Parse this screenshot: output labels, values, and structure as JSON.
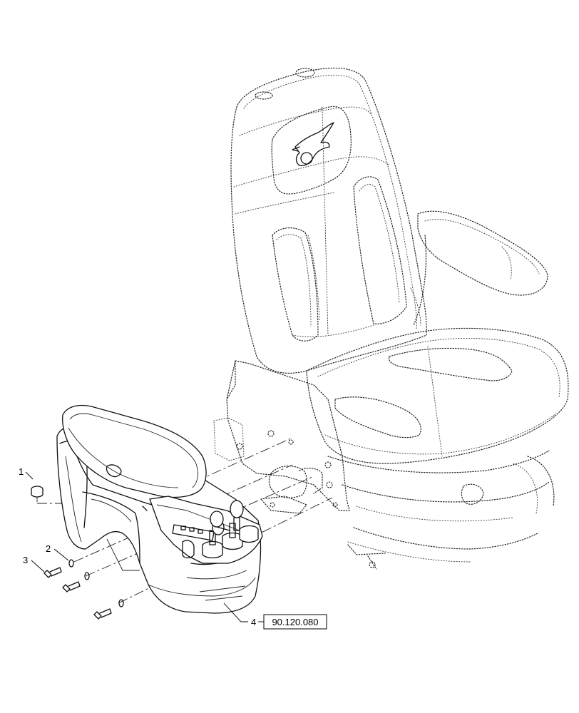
{
  "callouts": [
    {
      "id": "item-1",
      "number": "1"
    },
    {
      "id": "item-2",
      "number": "2"
    },
    {
      "id": "item-3",
      "number": "3"
    },
    {
      "id": "item-4",
      "number": "4"
    }
  ],
  "reference_box": {
    "text": "90.120.080"
  }
}
